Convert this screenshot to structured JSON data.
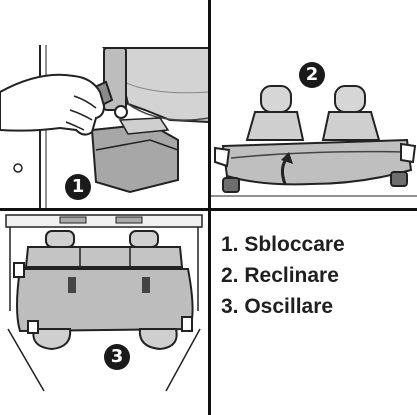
{
  "panels": [
    {
      "id": "unlock",
      "badge": "1"
    },
    {
      "id": "recline",
      "badge": "2"
    },
    {
      "id": "swing",
      "badge": "3"
    }
  ],
  "steps": [
    {
      "label": "1. Sbloccare"
    },
    {
      "label": "2. Reclinare"
    },
    {
      "label": "3. Oscillare"
    }
  ]
}
